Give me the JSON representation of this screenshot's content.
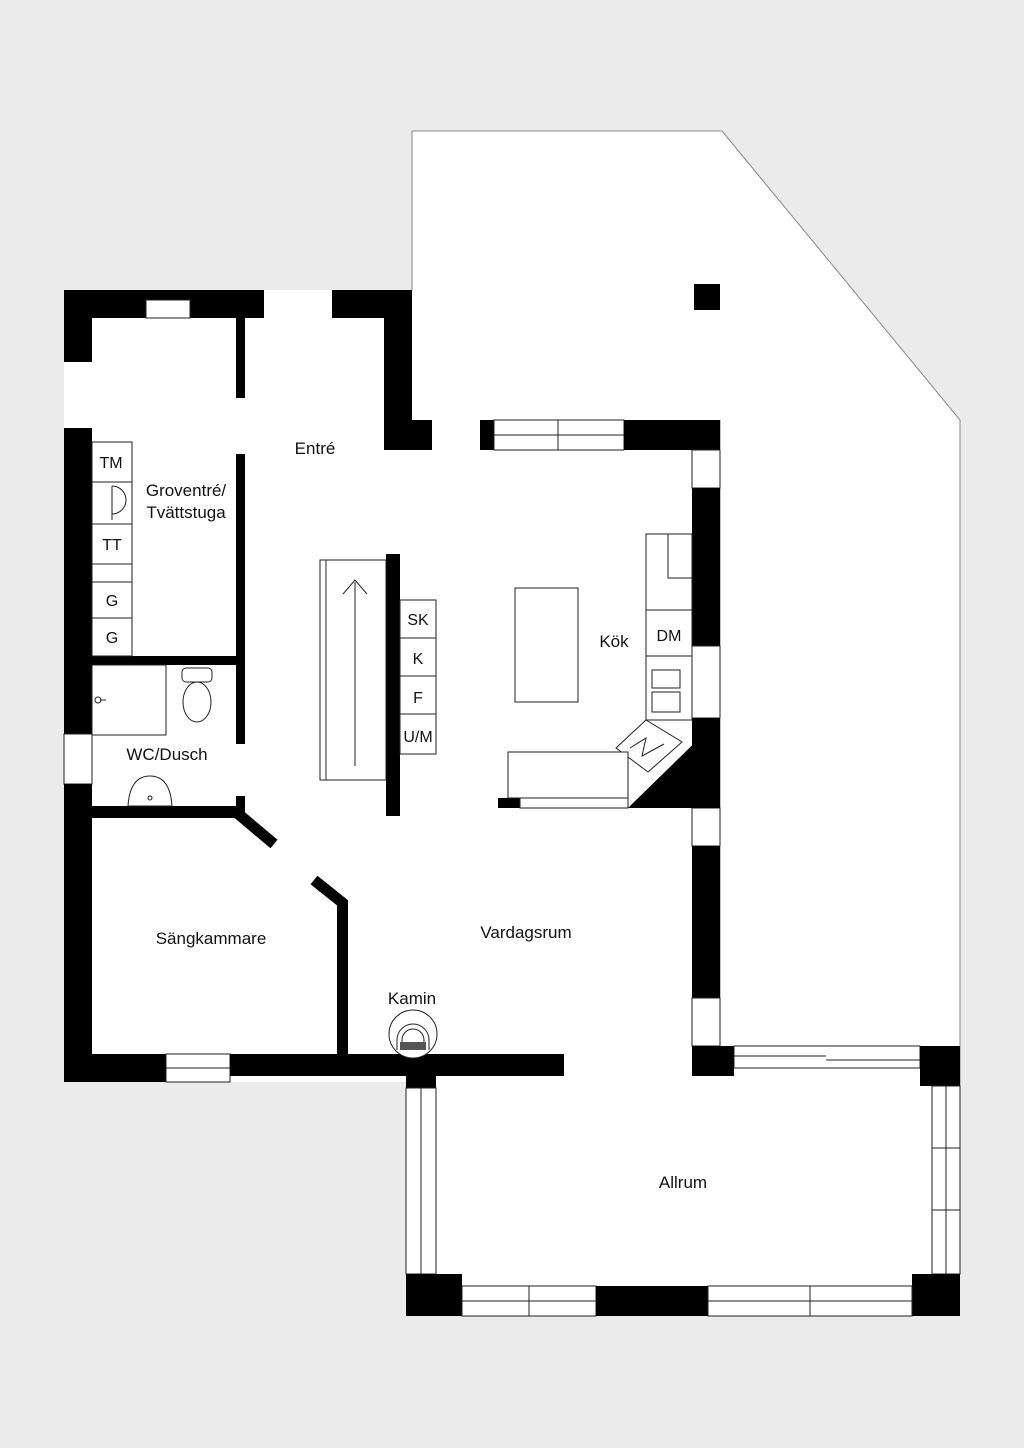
{
  "rooms": {
    "entre": "Entré",
    "groventre_line1": "Groventré/",
    "groventre_line2": "Tvättstuga",
    "wc": "WC/Dusch",
    "kok": "Kök",
    "vardagsrum": "Vardagsrum",
    "sangkammare": "Sängkammare",
    "allrum": "Allrum",
    "kamin": "Kamin"
  },
  "appliances": {
    "tm": "TM",
    "tt": "TT",
    "g1": "G",
    "g2": "G",
    "sk": "SK",
    "k": "K",
    "f": "F",
    "um": "U/M",
    "dm": "DM"
  },
  "colors": {
    "background": "#ebebeb",
    "floor": "#ffffff",
    "wall": "#000000",
    "line": "#222222"
  }
}
